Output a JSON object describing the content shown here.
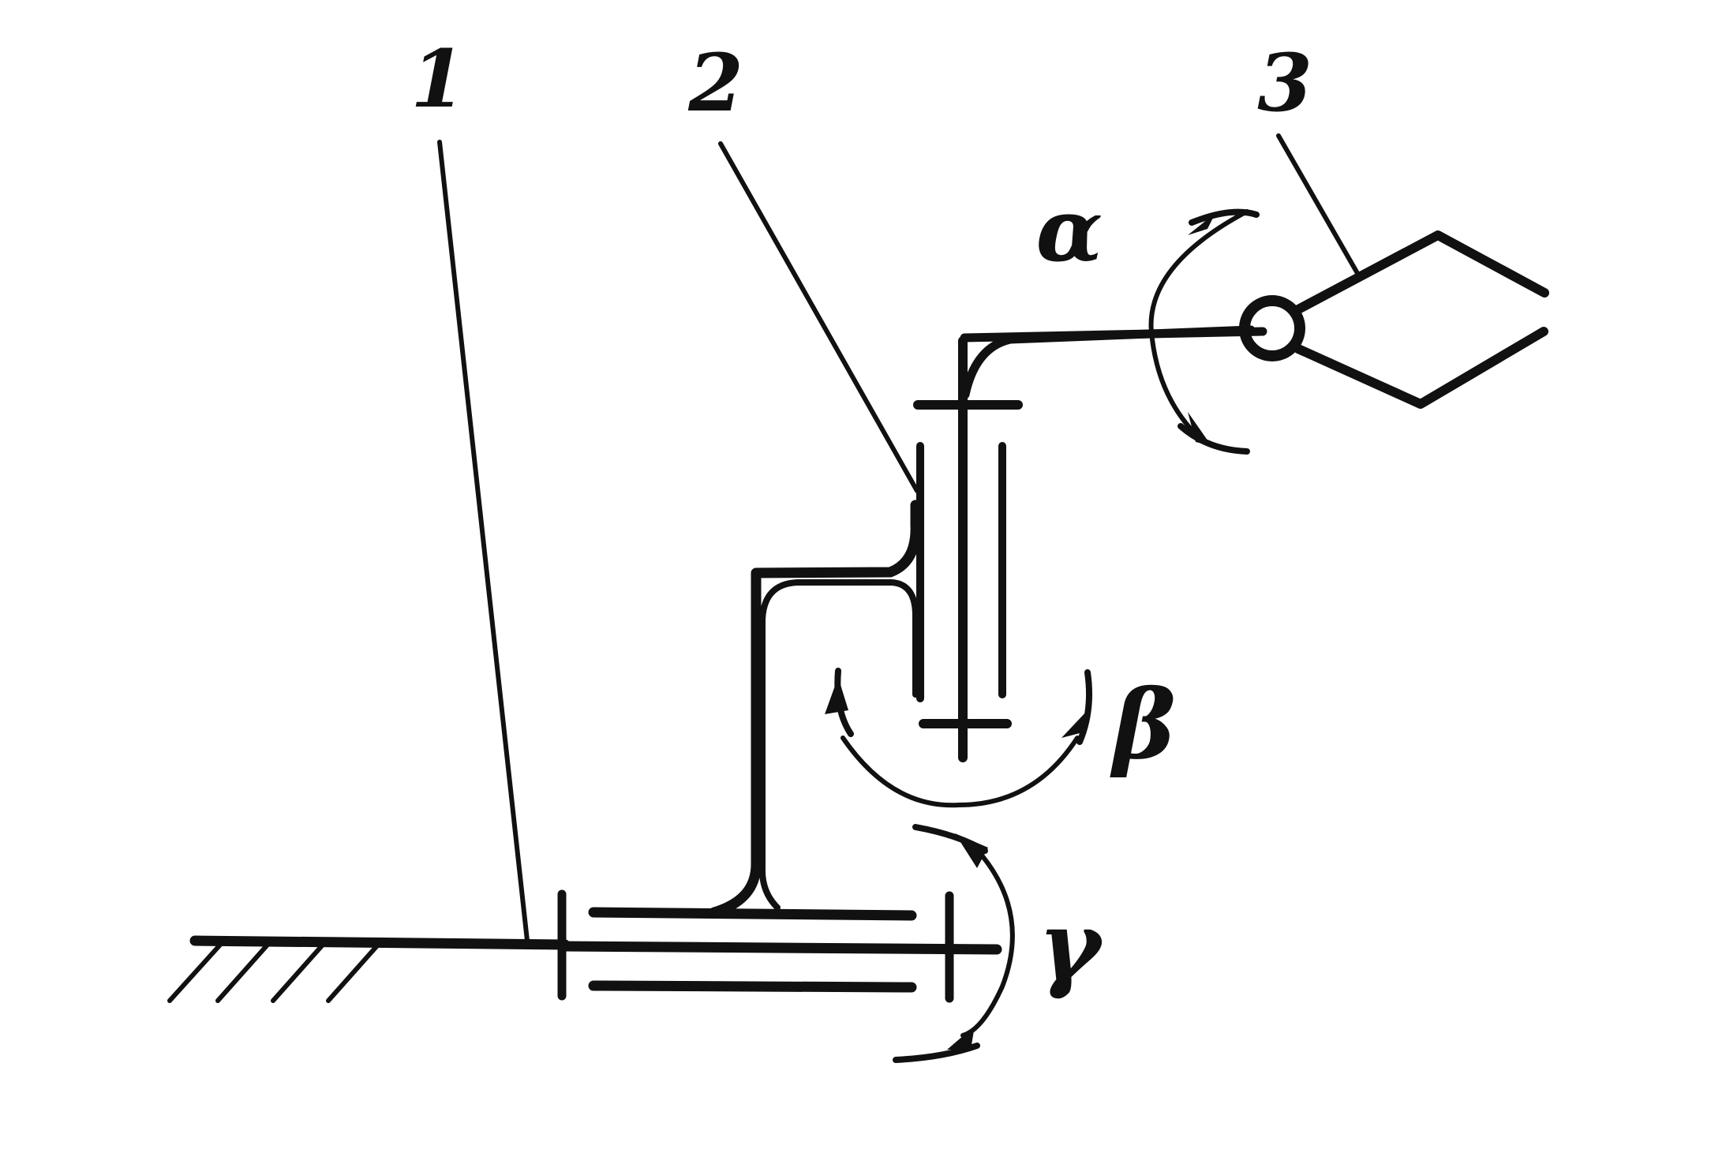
{
  "labels": {
    "part_1": "1",
    "part_2": "2",
    "part_3": "3",
    "alpha": "α",
    "beta": "β",
    "gamma": "γ"
  },
  "colors": {
    "ink": "#111111",
    "background": "#ffffff"
  }
}
